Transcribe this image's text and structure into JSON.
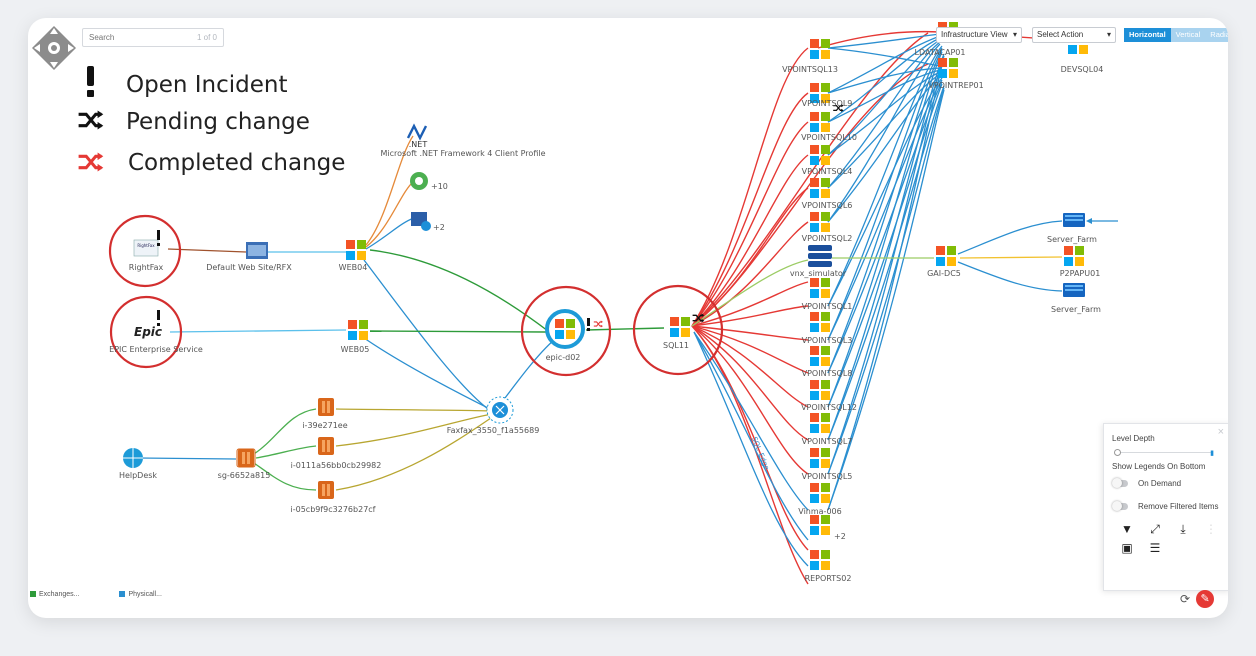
{
  "search": {
    "placeholder": "Search",
    "count": "1 of 0"
  },
  "legend": {
    "open_incident": "Open Incident",
    "pending_change": "Pending change",
    "completed_change": "Completed change"
  },
  "toolbar": {
    "view": "Infrastructure View",
    "action": "Select Action",
    "layouts": [
      "Horizontal",
      "Vertical",
      "Radial"
    ],
    "active_layout": "Horizontal"
  },
  "panel": {
    "level_depth": "Level Depth",
    "show_legends": "Show Legends On Bottom",
    "on_demand": "On Demand",
    "remove_filtered": "Remove Filtered Items"
  },
  "footer_legend": [
    {
      "label": "Exchanges...",
      "color": "#2e9b3a"
    },
    {
      "label": "Physicall...",
      "color": "#2b8fd0"
    }
  ],
  "colors": {
    "red": "#e53935",
    "blue": "#2b8fd0",
    "orange": "#e58a3a",
    "green": "#4caf50",
    "olive": "#b8a631",
    "yellow": "#f2c230",
    "brown": "#a0522d",
    "highlight": "#d32f2f"
  },
  "nodes": {
    "rightfax": "RightFax",
    "rightfax_logo": "RightFax",
    "default_site": "Default Web Site/RFX",
    "web04": "WEB04",
    "dotnet": "Microsoft .NET Framework 4 Client Profile",
    "dotnet_logo": ".NET",
    "plus10": "+10",
    "plus2a": "+2",
    "epic": "EPIC Enterprise Service",
    "epic_logo": "Epic",
    "web05": "WEB05",
    "epic_d02": "epic-d02",
    "sql11": "SQL11",
    "i39": "i-39e271ee",
    "i011": "i-0111a56bb0cb29982",
    "i05c": "i-05cb9f9c3276b27cf",
    "faxfax": "Faxfax_3550_f1a55689",
    "helpdesk": "HelpDesk",
    "sg": "sg-6652a815",
    "sql13": "VPOINTSQL13",
    "sql9": "VPOINTSQL9",
    "sql10": "VPOINTSQL10",
    "sql4": "VPOINTSQL4",
    "sql6": "VPOINTSQL6",
    "sql2": "VPOINTSQL2",
    "vnx": "vnx_simulator",
    "sql1": "VPOINTSQL1",
    "sql3": "VPOINTSQL3",
    "sql8": "VPOINTSQL8",
    "sql12": "VPOINTSQL12",
    "sql7": "VPOINTSQL7",
    "sql5": "VPOINTSQL5",
    "vinma": "Vinma-006",
    "plus2b": "+2",
    "reports": "REPORTS02",
    "datacap": "LDATACAP01",
    "rep01": "VPOINTREP01",
    "devsql": "DEVSQL04",
    "gai": "GAI-DC5",
    "farm1": "Server_Farm",
    "p2pa": "P2PAPU01",
    "farm2": "Server_Farm",
    "edge_label": "SQL_Edge"
  }
}
